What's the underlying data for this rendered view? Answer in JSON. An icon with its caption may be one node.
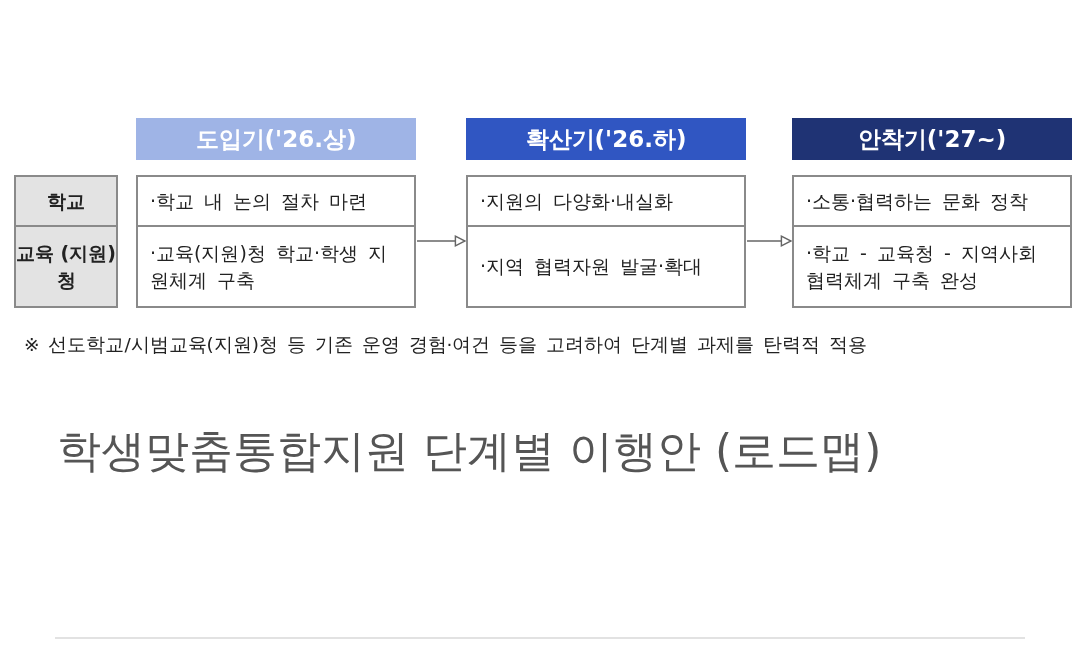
{
  "diagram": {
    "title": "학생맞춤통합지원 단계별 이행안 (로드맵)",
    "nodes": [
      {
        "text": [
          "도입기('26.상)"
        ]
      },
      {
        "text": [
          "확산기('26.하)"
        ]
      },
      {
        "text": [
          "안착기('27~)"
        ]
      },
      {
        "text": [
          "학교"
        ]
      },
      {
        "text": [
          "·학교 내 논의 절차 마련"
        ]
      },
      {
        "text": [
          "·지원의 다양화·내실화"
        ]
      },
      {
        "text": [
          "·소통·협력하는 문화 정착"
        ]
      },
      {
        "text": [
          "교육 (지원)청"
        ]
      },
      {
        "text": [
          "·교육(지원)청 학교·학생 지원체계 구축"
        ]
      },
      {
        "text": [
          "·지역 협력자원 발굴·확대"
        ]
      },
      {
        "text": [
          "·학교 - 교육청 - 지역사회 협력체계 구축 완성"
        ]
      }
    ],
    "edges": [
      {
        "from": 8,
        "to": 9,
        "arrow": "to"
      },
      {
        "from": 9,
        "to": 10,
        "arrow": "to"
      }
    ],
    "labels": [
      "※ 선도학교/시범교육(지원)청 등 기존 운영 경험·여건 등을 고려하여 단계별 과제를 탄력적 적용"
    ]
  }
}
